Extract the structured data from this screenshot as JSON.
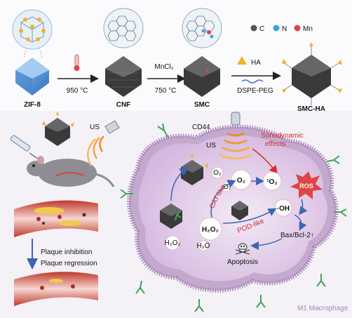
{
  "synthesis": {
    "step1": {
      "material": "ZIF-8",
      "condition": "950 °C",
      "product": "CNF"
    },
    "step2": {
      "reagent": "MnCl₂",
      "condition": "750 °C",
      "product": "SMC"
    },
    "step3": {
      "reagent": "HA",
      "reagent2": "DSPE-PEG",
      "product": "SMC-HA"
    }
  },
  "legend": {
    "items": [
      {
        "symbol": "C",
        "color": "#555555"
      },
      {
        "symbol": "N",
        "color": "#3aa6e0"
      },
      {
        "symbol": "Mn",
        "color": "#e04545"
      }
    ]
  },
  "in_vivo": {
    "us_label": "US",
    "outcome1": "Plaque inhibition",
    "outcome2": "Plaque regression"
  },
  "macrophage": {
    "title": "M1 Macrophage",
    "receptor": "CD44",
    "us_label": "US",
    "sono1": "Sonodynamic",
    "sono2": "effects",
    "cat_like": "CAT-like",
    "pod_like": "POD-like",
    "o2": "O₂",
    "o2_small": "O₂",
    "singlet": "¹O₂",
    "oh": "·OH",
    "ros": "ROS",
    "h2o2": "H₂O₂",
    "h2o2_small": "H₂O₂",
    "h2o_small": "H₂O",
    "bax": "Bax/Bcl-2↑",
    "apoptosis": "Apoptosis"
  },
  "colors": {
    "accent_red": "#d22c2c",
    "cell": "#dcc6e4",
    "arrow": "#3d64b5"
  }
}
